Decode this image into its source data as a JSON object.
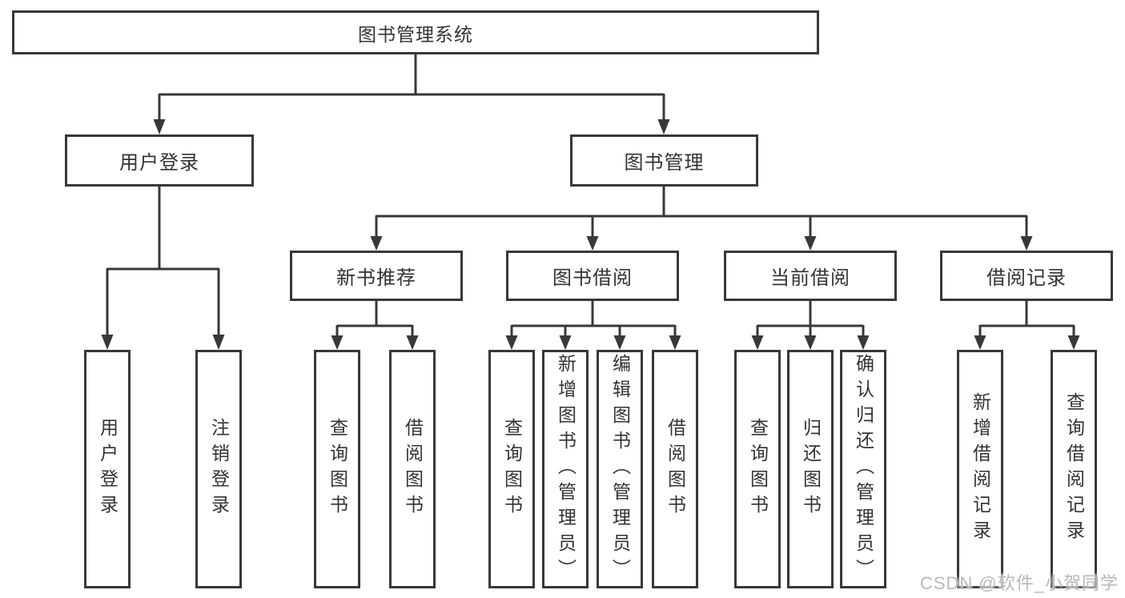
{
  "tree": {
    "root": {
      "label": "图书管理系统",
      "children": [
        {
          "label": "用户登录",
          "children": [
            {
              "label": "用户登录"
            },
            {
              "label": "注销登录"
            }
          ]
        },
        {
          "label": "图书管理",
          "children": [
            {
              "label": "新书推荐",
              "children": [
                {
                  "label": "查询图书"
                },
                {
                  "label": "借阅图书"
                }
              ]
            },
            {
              "label": "图书借阅",
              "children": [
                {
                  "label": "查询图书"
                },
                {
                  "label": "新增图书（管理员）"
                },
                {
                  "label": "编辑图书（管理员）"
                },
                {
                  "label": "借阅图书"
                }
              ]
            },
            {
              "label": "当前借阅",
              "children": [
                {
                  "label": "查询图书"
                },
                {
                  "label": "归还图书"
                },
                {
                  "label": "确认归还（管理员）"
                }
              ]
            },
            {
              "label": "借阅记录",
              "children": [
                {
                  "label": "新增借阅记录"
                },
                {
                  "label": "查询借阅记录"
                }
              ]
            }
          ]
        }
      ]
    }
  },
  "watermark": {
    "text": "CSDN @软件_小贺同学"
  },
  "colors": {
    "line": "#383838",
    "node_border": "#383838",
    "node_text": "#333333",
    "background": "#ffffff",
    "watermark_text": "#b9b9b9"
  }
}
